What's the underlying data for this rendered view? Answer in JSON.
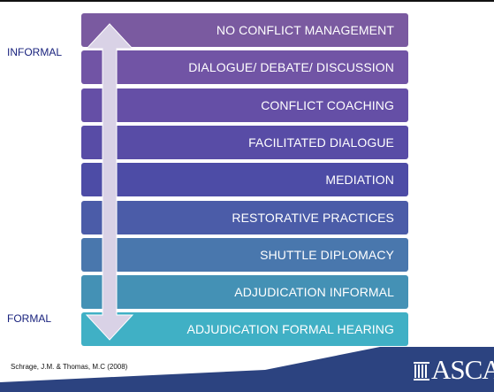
{
  "levels": [
    {
      "label": "NO CONFLICT MANAGEMENT",
      "color": "#7a5aa0"
    },
    {
      "label": "DIALOGUE/ DEBATE/ DISCUSSION",
      "color": "#7154a5"
    },
    {
      "label": "CONFLICT COACHING",
      "color": "#654fa6"
    },
    {
      "label": "FACILITATED DIALOGUE",
      "color": "#584ca6"
    },
    {
      "label": "MEDIATION",
      "color": "#4d4ca6"
    },
    {
      "label": "RESTORATIVE PRACTICES",
      "color": "#4b5ca8"
    },
    {
      "label": "SHUTTLE DIPLOMACY",
      "color": "#4977ad"
    },
    {
      "label": "ADJUDICATION INFORMAL",
      "color": "#4491b5"
    },
    {
      "label": "ADJUDICATION FORMAL HEARING",
      "color": "#40b0c5"
    }
  ],
  "axis": {
    "top_label": "INFORMAL",
    "bottom_label": "FORMAL"
  },
  "footer": {
    "citation": "Schrage, J.M. & Thomas, M.C (2008)",
    "logo_text": "ASCA",
    "logo_icon": "columns-icon"
  },
  "colors": {
    "arrow": "#d9d2e6",
    "label_text": "#1a237e",
    "footer_band": "#2c4380"
  }
}
